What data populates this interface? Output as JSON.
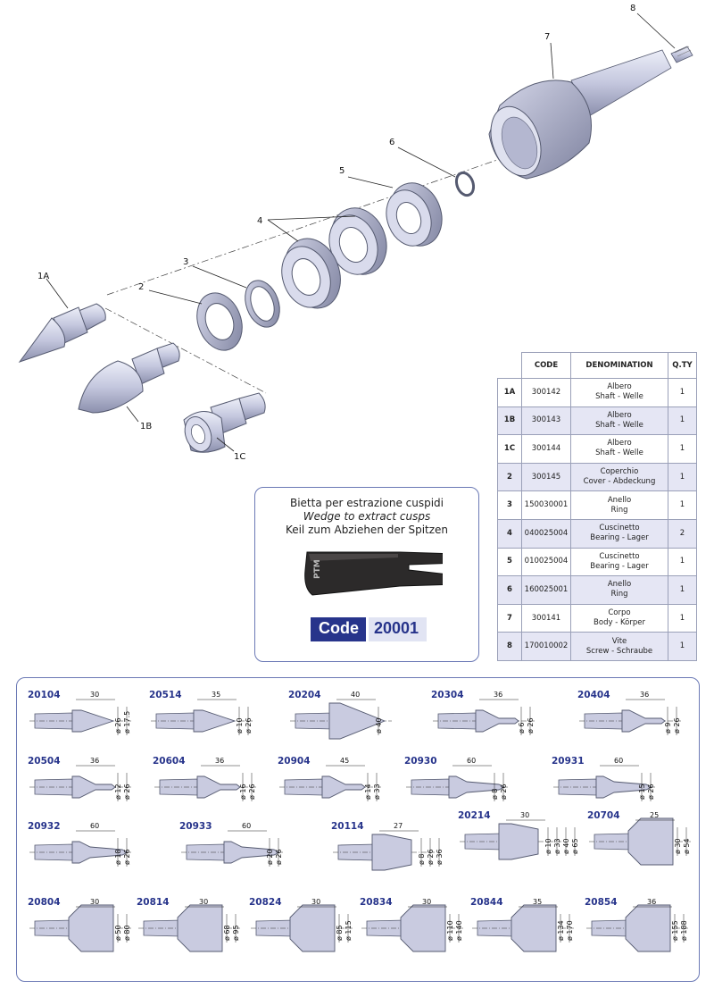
{
  "callouts": {
    "c8": "8",
    "c7": "7",
    "c6": "6",
    "c5": "5",
    "c4": "4",
    "c3": "3",
    "c2": "2",
    "c1a": "1A",
    "c1b": "1B",
    "c1c": "1C"
  },
  "parts_table": {
    "headers": {
      "code": "CODE",
      "denomination": "DENOMINATION",
      "qty": "Q.TY"
    },
    "rows": [
      {
        "pos": "1A",
        "code": "300142",
        "name_it": "Albero",
        "name_en_de": "Shaft - Welle",
        "qty": "1"
      },
      {
        "pos": "1B",
        "code": "300143",
        "name_it": "Albero",
        "name_en_de": "Shaft - Welle",
        "qty": "1"
      },
      {
        "pos": "1C",
        "code": "300144",
        "name_it": "Albero",
        "name_en_de": "Shaft - Welle",
        "qty": "1"
      },
      {
        "pos": "2",
        "code": "300145",
        "name_it": "Coperchio",
        "name_en_de": "Cover - Abdeckung",
        "qty": "1"
      },
      {
        "pos": "3",
        "code": "150030001",
        "name_it": "Anello",
        "name_en_de": "Ring",
        "qty": "1"
      },
      {
        "pos": "4",
        "code": "040025004",
        "name_it": "Cuscinetto",
        "name_en_de": "Bearing - Lager",
        "qty": "2"
      },
      {
        "pos": "5",
        "code": "010025004",
        "name_it": "Cuscinetto",
        "name_en_de": "Bearing - Lager",
        "qty": "1"
      },
      {
        "pos": "6",
        "code": "160025001",
        "name_it": "Anello",
        "name_en_de": "Ring",
        "qty": "1"
      },
      {
        "pos": "7",
        "code": "300141",
        "name_it": "Corpo",
        "name_en_de": "Body - Körper",
        "qty": "1"
      },
      {
        "pos": "8",
        "code": "170010002",
        "name_it": "Vite",
        "name_en_de": "Screw - Schraube",
        "qty": "1"
      }
    ]
  },
  "wedge": {
    "line_it": "Bietta per estrazione cuspidi",
    "line_en": "Wedge to extract cusps",
    "line_de": "Keil zum Abziehen der Spitzen",
    "stamp": "PTM",
    "code_label": "Code",
    "code_value": "20001"
  },
  "colors": {
    "brand": "#27348b",
    "part_fill": "#c9cbe0",
    "part_stroke": "#555a70",
    "row_shade": "#e5e6f4"
  },
  "tips": [
    {
      "code": "20104",
      "dims": [
        "30",
        "ø 26",
        "ø 17.5"
      ]
    },
    {
      "code": "20514",
      "dims": [
        "35",
        "ø 10",
        "ø 26"
      ]
    },
    {
      "code": "20204",
      "dims": [
        "40",
        "ø 40"
      ]
    },
    {
      "code": "20304",
      "dims": [
        "36",
        "ø 6",
        "ø 26"
      ]
    },
    {
      "code": "20404",
      "dims": [
        "36",
        "ø 9",
        "ø 26"
      ]
    },
    {
      "code": "20504",
      "dims": [
        "36",
        "ø 12",
        "ø 26"
      ]
    },
    {
      "code": "20604",
      "dims": [
        "36",
        "ø 16",
        "ø 26"
      ]
    },
    {
      "code": "20904",
      "dims": [
        "45",
        "ø 14",
        "ø 33"
      ]
    },
    {
      "code": "20930",
      "dims": [
        "60",
        "ø 8",
        "ø 26"
      ]
    },
    {
      "code": "20931",
      "dims": [
        "60",
        "ø 15",
        "ø 26"
      ]
    },
    {
      "code": "20932",
      "dims": [
        "60",
        "ø 18",
        "ø 26"
      ]
    },
    {
      "code": "20933",
      "dims": [
        "60",
        "ø 20",
        "ø 26"
      ]
    },
    {
      "code": "20114",
      "dims": [
        "27",
        "ø 8",
        "ø 26",
        "ø 36"
      ]
    },
    {
      "code": "20214",
      "dims": [
        "30",
        "ø 10",
        "ø 33",
        "ø 40",
        "ø 65"
      ]
    },
    {
      "code": "20704",
      "dims": [
        "25",
        "ø 30",
        "ø 54"
      ]
    },
    {
      "code": "20804",
      "dims": [
        "30",
        "ø 50",
        "ø 80"
      ]
    },
    {
      "code": "20814",
      "dims": [
        "30",
        "ø 68",
        "ø 95"
      ]
    },
    {
      "code": "20824",
      "dims": [
        "30",
        "ø 85",
        "ø 115"
      ]
    },
    {
      "code": "20834",
      "dims": [
        "30",
        "ø 110",
        "ø 140"
      ]
    },
    {
      "code": "20844",
      "dims": [
        "35",
        "ø 134",
        "ø 170"
      ]
    },
    {
      "code": "20854",
      "dims": [
        "36",
        "ø 155",
        "ø 188"
      ]
    }
  ]
}
